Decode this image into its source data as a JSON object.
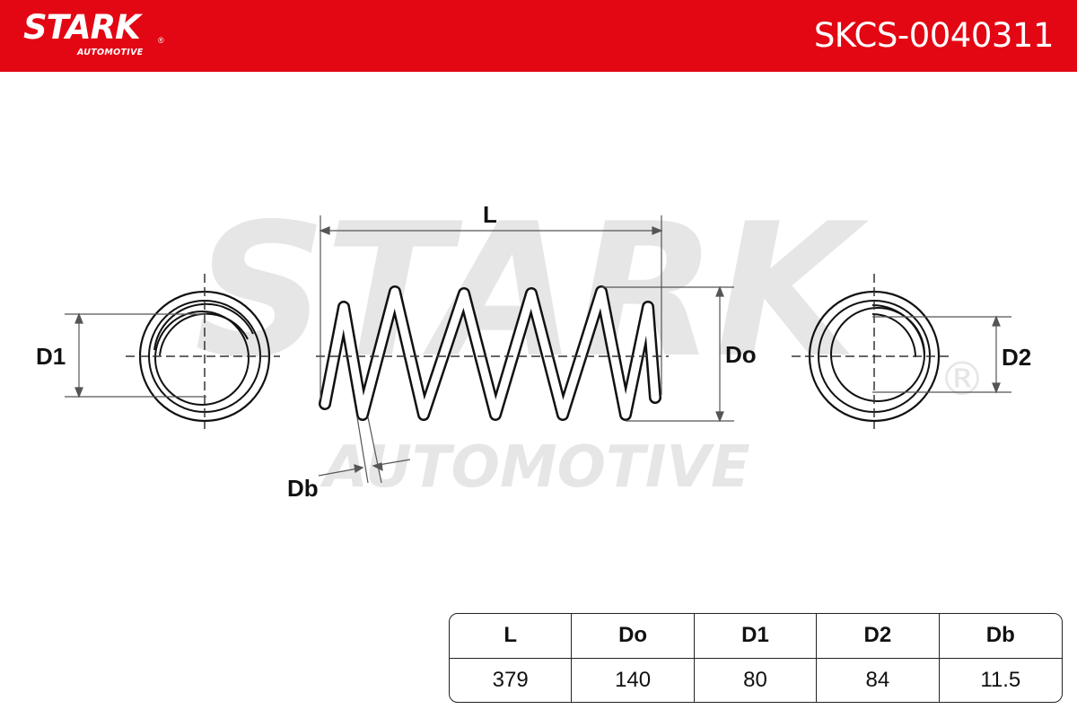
{
  "header": {
    "logo_text": "STARK",
    "logo_subtext": "AUTOMOTIVE",
    "logo_registered": "®",
    "part_number": "SKCS-0040311",
    "background_color": "#e30613",
    "text_color": "#ffffff"
  },
  "watermark": {
    "line1": "STARK",
    "line2": "AUTOMOTIVE",
    "registered": "®",
    "color": "#e6e6e6"
  },
  "diagram": {
    "labels": {
      "length": "L",
      "outer_diameter": "Do",
      "end_diameter_1": "D1",
      "end_diameter_2": "D2",
      "wire_diameter": "Db"
    },
    "line_color": "#111111",
    "dimension_color": "#555555"
  },
  "spec_table": {
    "columns": [
      "L",
      "Do",
      "D1",
      "D2",
      "Db"
    ],
    "values": [
      "379",
      "140",
      "80",
      "84",
      "11.5"
    ]
  }
}
